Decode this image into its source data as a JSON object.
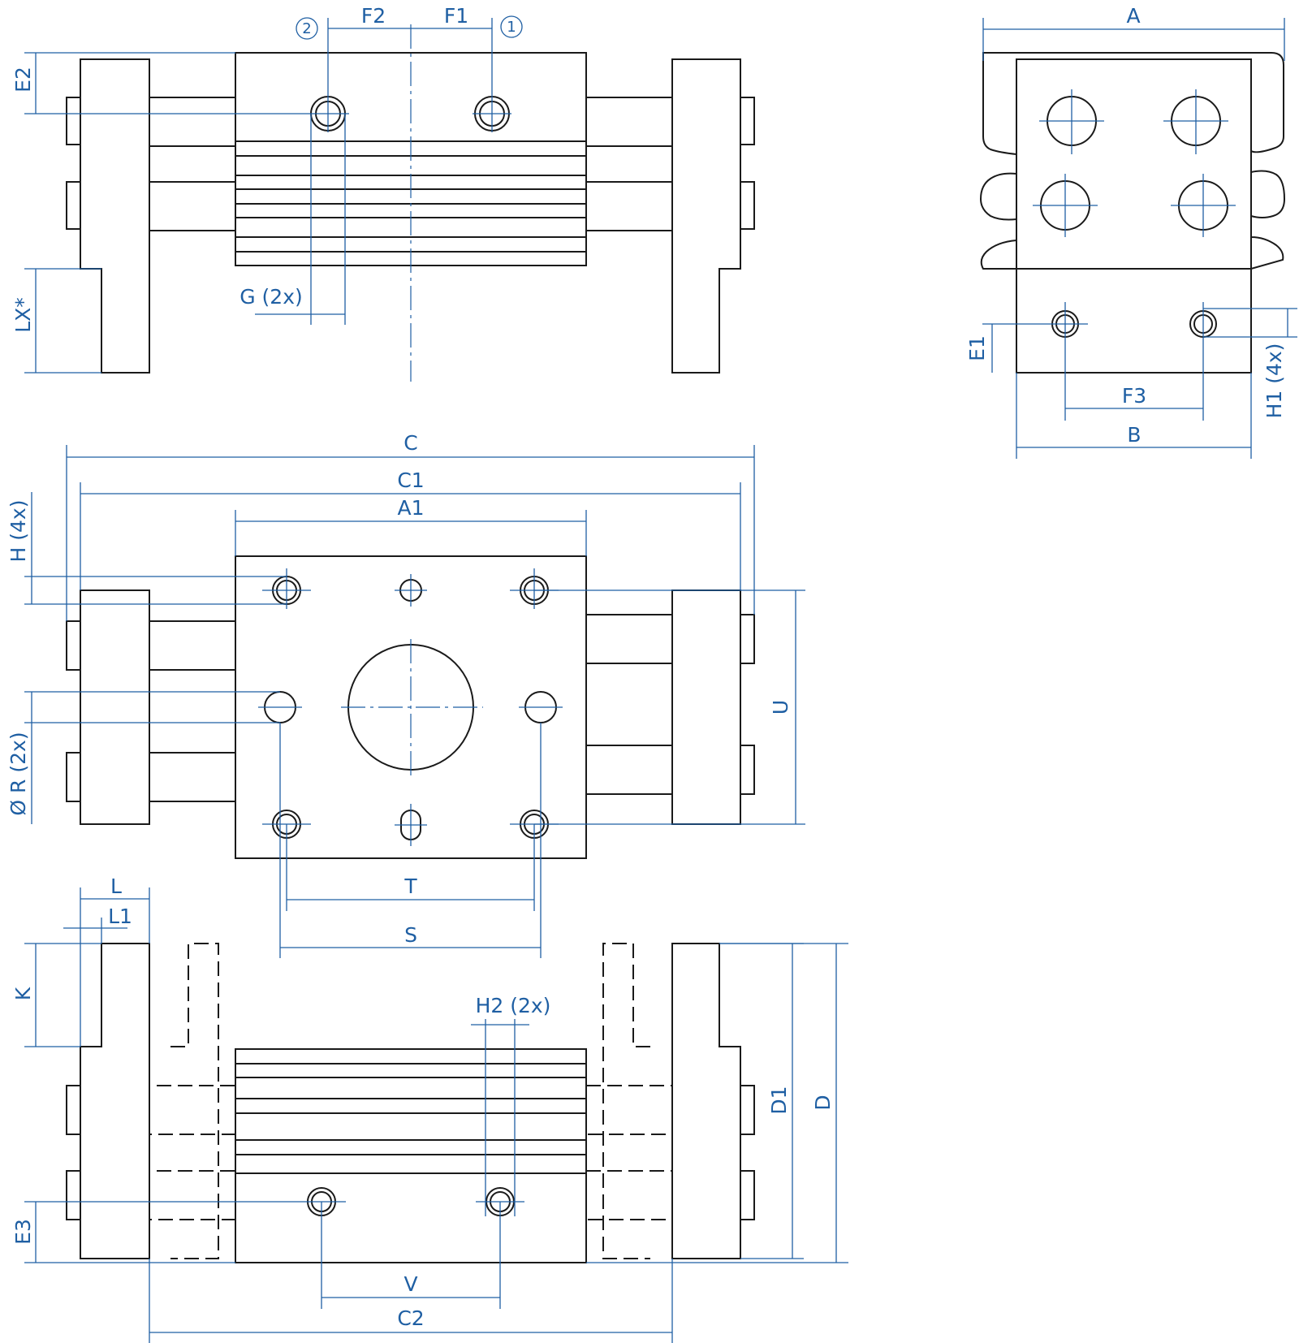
{
  "labels": {
    "F2": "F2",
    "F1": "F1",
    "marker_1": "1",
    "marker_2": "2",
    "E2": "E2",
    "G": "G (2x)",
    "LX": "LX*",
    "A": "A",
    "E1": "E1",
    "F3": "F3",
    "B": "B",
    "H1": "H1 (4x)",
    "C": "C",
    "C1": "C1",
    "A1": "A1",
    "H": "H (4x)",
    "R": "Ø R (2x)",
    "U": "U",
    "T": "T",
    "S": "S",
    "L": "L",
    "L1": "L1",
    "K": "K",
    "H2": "H2 (2x)",
    "D1": "D1",
    "D": "D",
    "E3": "E3",
    "V": "V",
    "C2": "C2"
  },
  "colors": {
    "outline": "#1a1a1a",
    "dimension": "#1f5fa3"
  }
}
